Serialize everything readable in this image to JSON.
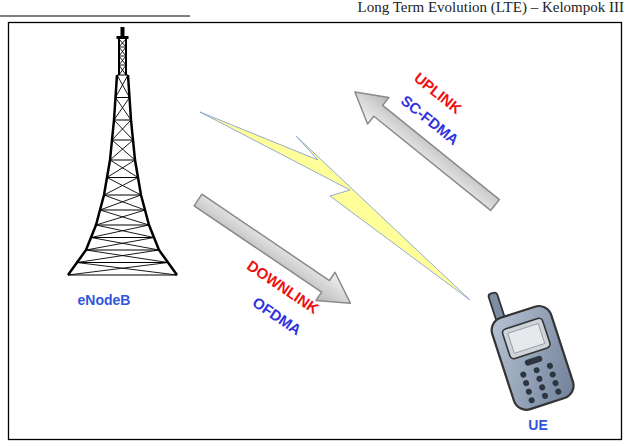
{
  "diagram": {
    "labels": [
      "Long Term Evolution (LTE) – Kelompok III",
      "UPLINK",
      "SC-FDMA",
      "DOWNLINK",
      "OFDMA",
      "eNodeB",
      "UE"
    ]
  }
}
